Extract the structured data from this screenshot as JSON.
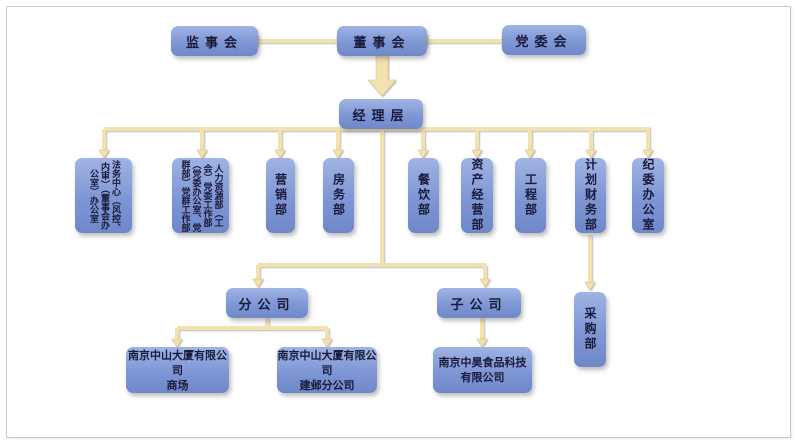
{
  "top": {
    "supervisors": "监事会",
    "board": "董事会",
    "party": "党委会"
  },
  "management": "经理层",
  "departments": [
    "法务中心（风控、内审）（董事会办公室）办公室",
    "人力资源部（工会）党委工作部（党委办公室、党群部）党群工作部",
    "营销部",
    "房务部",
    "餐饮部",
    "资产经营部",
    "工程部",
    "计划财务部",
    "纪委办公室"
  ],
  "procurement": "采购部",
  "branch": "分公司",
  "subsidiary": "子公司",
  "companies": {
    "mall": [
      "南京中山大厦有限公司",
      "商场"
    ],
    "jianye": [
      "南京中山大厦有限公司",
      "建邺分公司"
    ],
    "food": [
      "南京中昊食品科技",
      "有限公司"
    ]
  }
}
